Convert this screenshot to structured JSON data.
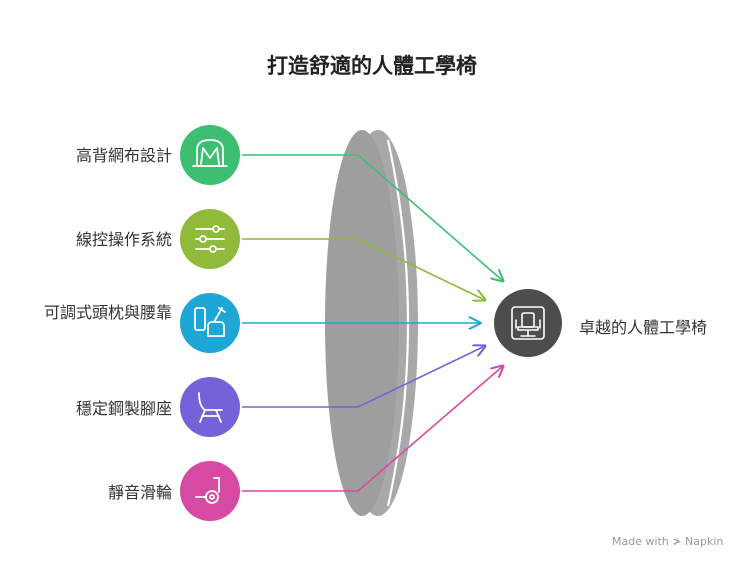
{
  "title": "打造舒適的人體工學椅",
  "features": [
    {
      "label": "高背網布設計",
      "icon": "mesh-backrest-icon",
      "color": "#3dbf73"
    },
    {
      "label": "線控操作系統",
      "icon": "slider-controls-icon",
      "color": "#8fba3a"
    },
    {
      "label": "可調式頭枕與腰靠",
      "icon": "adjustable-seat-icon",
      "color": "#1ea7d6"
    },
    {
      "label": "穩定鋼製腳座",
      "icon": "chair-base-icon",
      "color": "#7662d8"
    },
    {
      "label": "靜音滑輪",
      "icon": "caster-wheel-icon",
      "color": "#d64aa3"
    }
  ],
  "outcome": {
    "label": "卓越的人體工學椅",
    "icon": "office-chair-icon",
    "color": "#4d4d4d"
  },
  "lens_color": "#9e9e9e",
  "watermark": "Made with ≯ Napkin"
}
